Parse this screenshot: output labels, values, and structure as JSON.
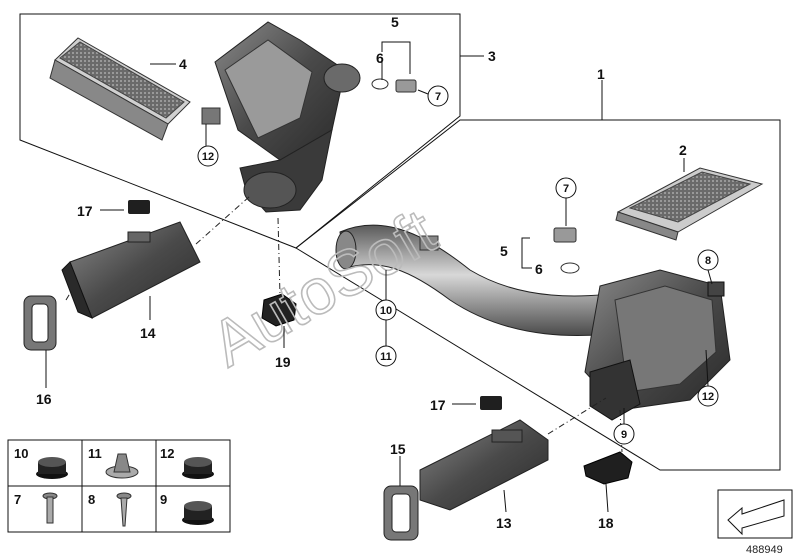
{
  "callouts": {
    "c1": "1",
    "c2": "2",
    "c3": "3",
    "c4": "4",
    "c5a": "5",
    "c6a": "6",
    "c7a": "7",
    "c5b": "5",
    "c6b": "6",
    "c7b": "7",
    "c8": "8",
    "c9": "9",
    "c10": "10",
    "c11": "11",
    "c12a": "12",
    "c12b": "12",
    "c13": "13",
    "c14": "14",
    "c15": "15",
    "c16": "16",
    "c17a": "17",
    "c17b": "17",
    "c18": "18",
    "c19": "19"
  },
  "legend_table": {
    "cells": [
      "10",
      "11",
      "12",
      "7",
      "8",
      "9"
    ]
  },
  "watermark": "AutoSoft",
  "reference_number": "488949"
}
